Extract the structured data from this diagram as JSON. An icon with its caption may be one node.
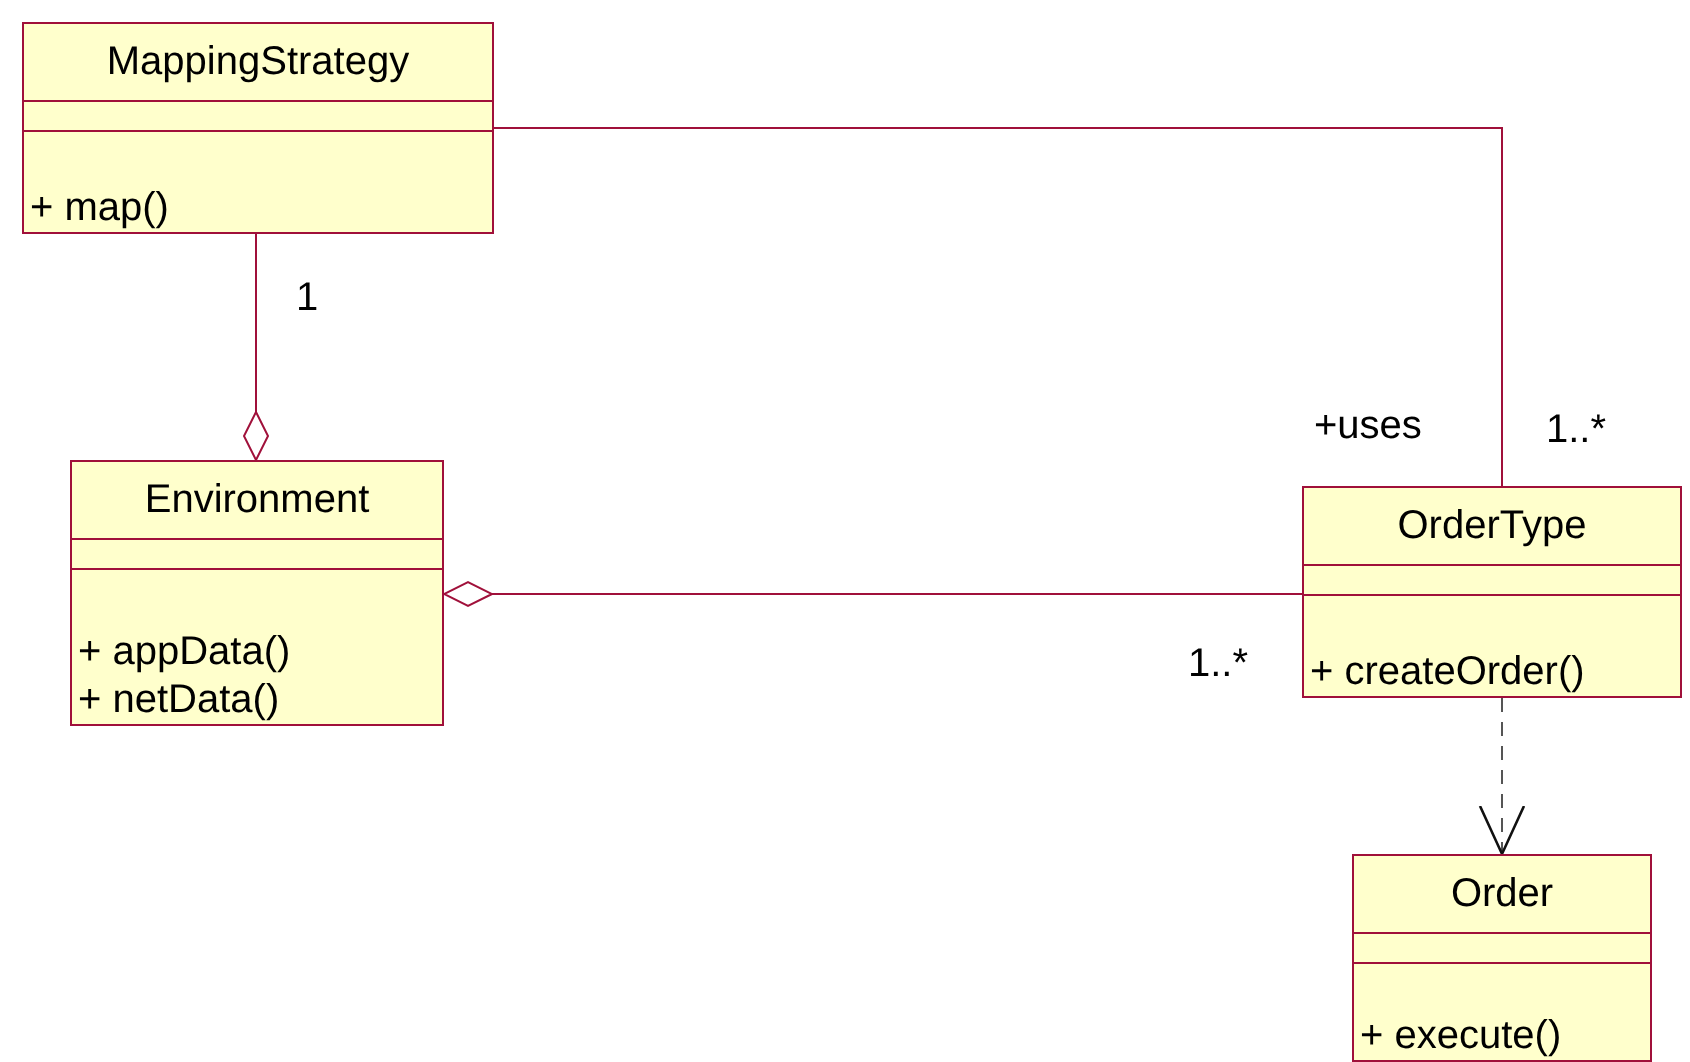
{
  "diagram": {
    "nodes": [
      {
        "text": [
          "MappingStrategy",
          "+ map()"
        ]
      },
      {
        "text": [
          "Environment",
          "+ appData()",
          "+ netData()"
        ]
      },
      {
        "text": [
          "OrderType",
          "+ createOrder()"
        ]
      },
      {
        "text": [
          "Order",
          "+ execute()"
        ]
      }
    ],
    "edges": [
      {
        "from": 0,
        "to": 1,
        "arrow": "other",
        "label": "1"
      },
      {
        "from": 0,
        "to": 2,
        "arrow": "none",
        "label": "+uses"
      },
      {
        "from": 2,
        "to": 1,
        "arrow": "other",
        "label": "1..*"
      },
      {
        "from": 2,
        "to": 3,
        "arrow": "to",
        "style": "dashed",
        "color": "#555555"
      }
    ],
    "labels": [
      "1..*"
    ]
  }
}
